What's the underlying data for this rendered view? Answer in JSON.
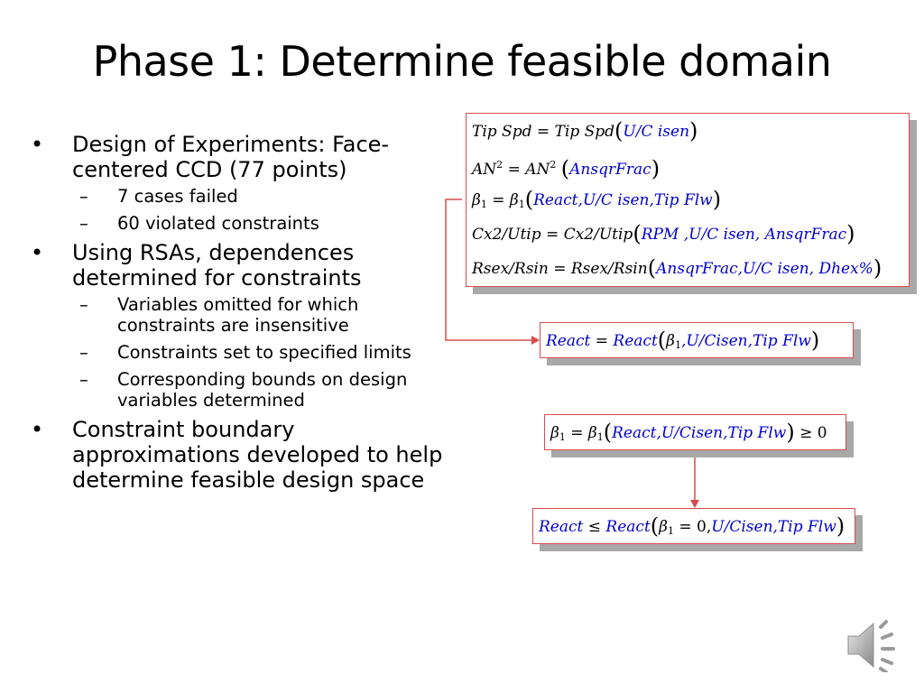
{
  "slide": {
    "title": "Phase 1: Determine feasible domain"
  },
  "bullets": [
    {
      "text": "Design of Experiments:  Face-centered CCD (77 points)",
      "sub": [
        "7 cases failed",
        "60 violated constraints"
      ]
    },
    {
      "text": "Using RSAs, dependences determined for constraints",
      "sub": [
        "Variables omitted for which constraints are insensitive",
        "Constraints set to specified limits",
        "Corresponding bounds on design variables determined"
      ]
    },
    {
      "text": "Constraint boundary approximations developed to help determine feasible design space",
      "sub": []
    }
  ],
  "equations": {
    "e1": {
      "lhs": "Tip Spd",
      "op": "=",
      "fn": "Tip Spd",
      "args": "U/C isen"
    },
    "e2": {
      "lhs": "AN",
      "op": "=",
      "fn": "AN",
      "exp": "2",
      "args": "AnsqrFrac"
    },
    "e3": {
      "lhs": "β",
      "op": "=",
      "fn": "β",
      "index": "1",
      "args": "React,U/C isen,Tip Flw"
    },
    "e4": {
      "lhs": "Cx2/Utip",
      "op": "=",
      "fn": "Cx2/Utip",
      "args": "RPM ,U/C isen, AnsqrFrac"
    },
    "e5": {
      "lhs": "Rsex/Rsin",
      "op": "=",
      "fn": "Rsex/Rsin",
      "args": "AnsqrFrac,U/C isen, Dhex%"
    },
    "e6": {
      "lhs": "React",
      "op": "=",
      "fn": "React",
      "beta": "β",
      "index": "1",
      "args": ",U/Cisen,Tip Flw"
    },
    "e7": {
      "lhs": "β",
      "op": "=",
      "fn": "β",
      "index": "1",
      "args": "React,U/Cisen,Tip Flw",
      "rel": "≥",
      "rhs": "0"
    },
    "e8": {
      "lhs": "React",
      "op": "≤",
      "fn": "React",
      "beta": "β",
      "index": "1",
      "eq": "=",
      "zero": "0,",
      "args": "U/Cisen,Tip Flw"
    }
  },
  "icons": {
    "audio": "speaker-icon"
  },
  "colors": {
    "box_border": "#d94b4b",
    "arrow": "#d94b4b",
    "variable_text": "#0000cc",
    "shadow": "#a8a8a8"
  }
}
